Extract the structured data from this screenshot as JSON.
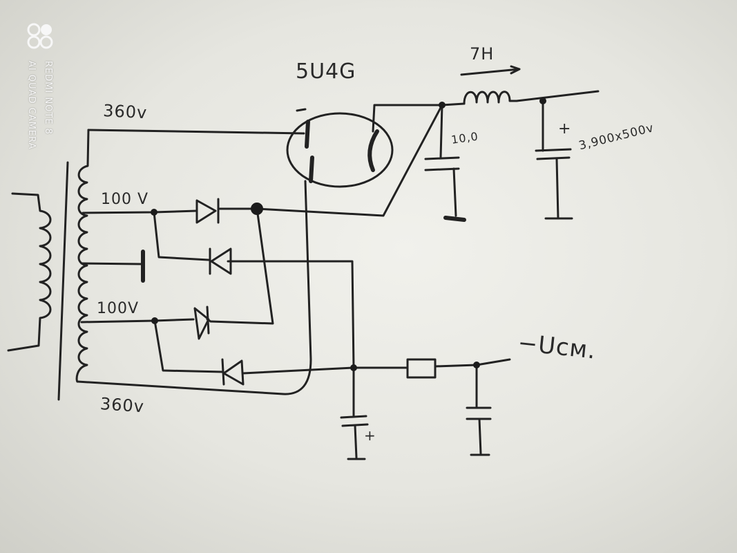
{
  "watermark": {
    "line1": "REDMI NOTE 8",
    "line2": "AI QUAD CAMERA"
  },
  "labels": {
    "tube": "5U4G",
    "choke": "7H",
    "secondary_top": "360v",
    "secondary_bottom": "360v",
    "tap_upper": "100 V",
    "tap_lower": "100V",
    "cap_small": "10,0",
    "cap_large": "3,900x500v",
    "plus_large": "+",
    "plus_bottom": "+",
    "output": "−Uсм."
  },
  "colors": {
    "ink": "#222222",
    "paper": "#ecece6"
  }
}
